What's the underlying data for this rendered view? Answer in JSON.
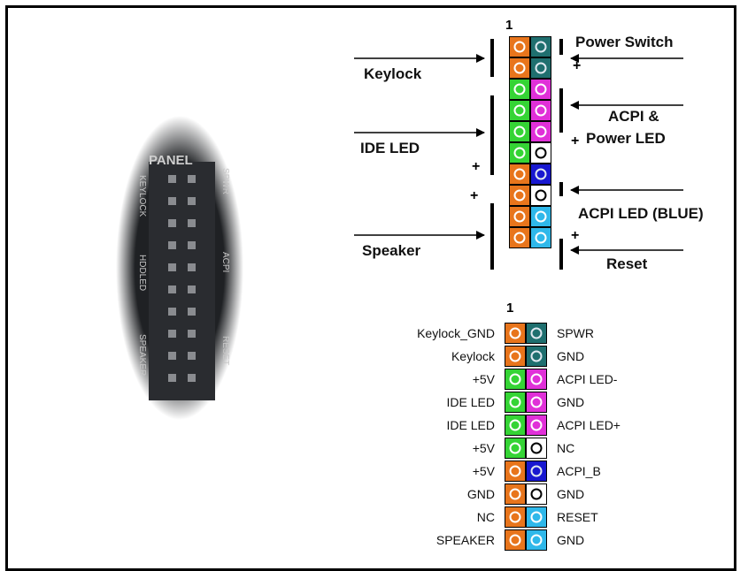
{
  "colors": {
    "orange": "#e8751c",
    "teal": "#1f6f6f",
    "green": "#35d435",
    "magenta": "#e030d8",
    "white": "#ffffff",
    "blue": "#1818d0",
    "cyan": "#2fb8ea"
  },
  "photo": {
    "board_label": "PANEL",
    "silk_left": [
      "KEYLOCK",
      "HDDLED",
      "SPEAKER"
    ],
    "silk_right": [
      "SPWR",
      "ACPI",
      "RESET"
    ]
  },
  "top_diagram": {
    "pin1": "1",
    "left_labels": [
      "Keylock",
      "IDE LED",
      "Speaker"
    ],
    "right_labels": [
      "Power Switch",
      "ACPI &",
      "Power LED",
      "ACPI LED (BLUE)",
      "Reset"
    ],
    "plus": "+",
    "rows": [
      [
        "orange",
        "teal"
      ],
      [
        "orange",
        "teal"
      ],
      [
        "green",
        "magenta"
      ],
      [
        "green",
        "magenta"
      ],
      [
        "green",
        "magenta"
      ],
      [
        "green",
        "white"
      ],
      [
        "orange",
        "blue"
      ],
      [
        "orange",
        "white"
      ],
      [
        "orange",
        "cyan"
      ],
      [
        "orange",
        "cyan"
      ]
    ]
  },
  "bottom_diagram": {
    "pin1": "1",
    "rows": [
      {
        "left": "Keylock_GND",
        "right": "SPWR",
        "colors": [
          "orange",
          "teal"
        ]
      },
      {
        "left": "Keylock",
        "right": "GND",
        "colors": [
          "orange",
          "teal"
        ]
      },
      {
        "left": "+5V",
        "right": "ACPI LED-",
        "colors": [
          "green",
          "magenta"
        ]
      },
      {
        "left": "IDE LED",
        "right": "GND",
        "colors": [
          "green",
          "magenta"
        ]
      },
      {
        "left": "IDE LED",
        "right": "ACPI LED+",
        "colors": [
          "green",
          "magenta"
        ]
      },
      {
        "left": "+5V",
        "right": "NC",
        "colors": [
          "green",
          "white"
        ]
      },
      {
        "left": "+5V",
        "right": "ACPI_B",
        "colors": [
          "orange",
          "blue"
        ]
      },
      {
        "left": "GND",
        "right": "GND",
        "colors": [
          "orange",
          "white"
        ]
      },
      {
        "left": "NC",
        "right": "RESET",
        "colors": [
          "orange",
          "cyan"
        ]
      },
      {
        "left": "SPEAKER",
        "right": "GND",
        "colors": [
          "orange",
          "cyan"
        ]
      }
    ]
  }
}
